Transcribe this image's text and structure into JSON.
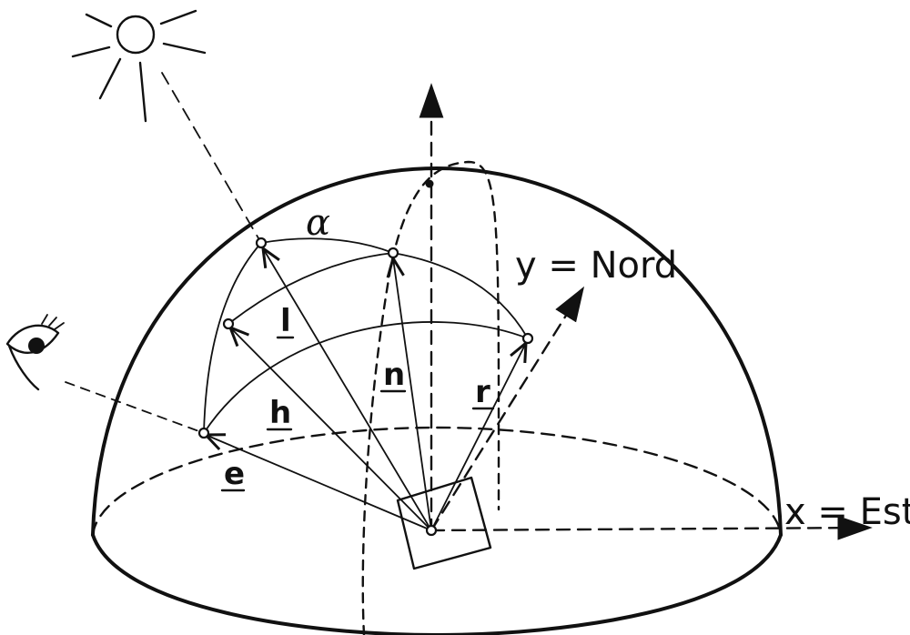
{
  "labels": {
    "alpha": "α",
    "l": "l",
    "h": "h",
    "n": "n",
    "r": "r",
    "e": "e",
    "y_axis": "y = Nord",
    "x_axis": "x = Est"
  },
  "icons": [
    "sun-icon",
    "eye-icon"
  ],
  "colors": {
    "ink": "#111111",
    "background": "#ffffff"
  }
}
